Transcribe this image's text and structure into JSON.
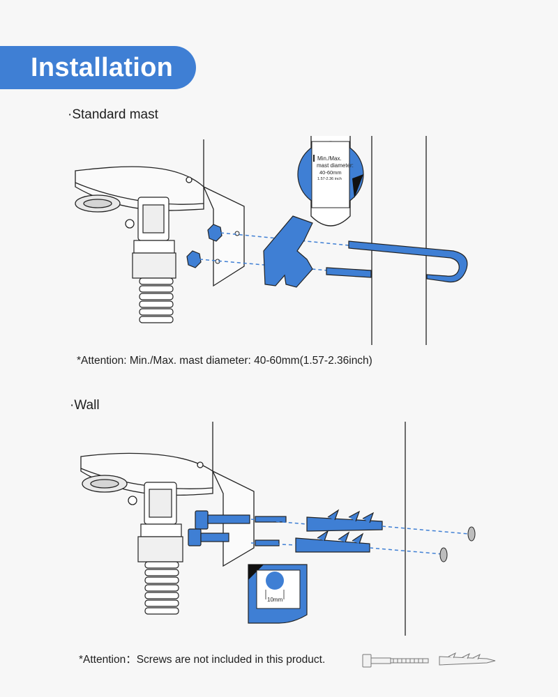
{
  "banner": {
    "title": "Installation"
  },
  "sections": {
    "standard_mast": {
      "title": "·Standard mast",
      "callout": {
        "line1": "Min./Max.",
        "line2": "mast diameter:",
        "line3": "40-60mm",
        "line4": "1.57-2.36 inch"
      },
      "attention": "*Attention: Min./Max. mast diameter: 40-60mm(1.57-2.36inch)"
    },
    "wall": {
      "title": "·Wall",
      "hole_label": "10mm",
      "attention": "*Attention：Screws are not included in this product."
    }
  },
  "colors": {
    "accent": "#3f7fd4",
    "line": "#222222",
    "background": "#f7f7f7"
  }
}
